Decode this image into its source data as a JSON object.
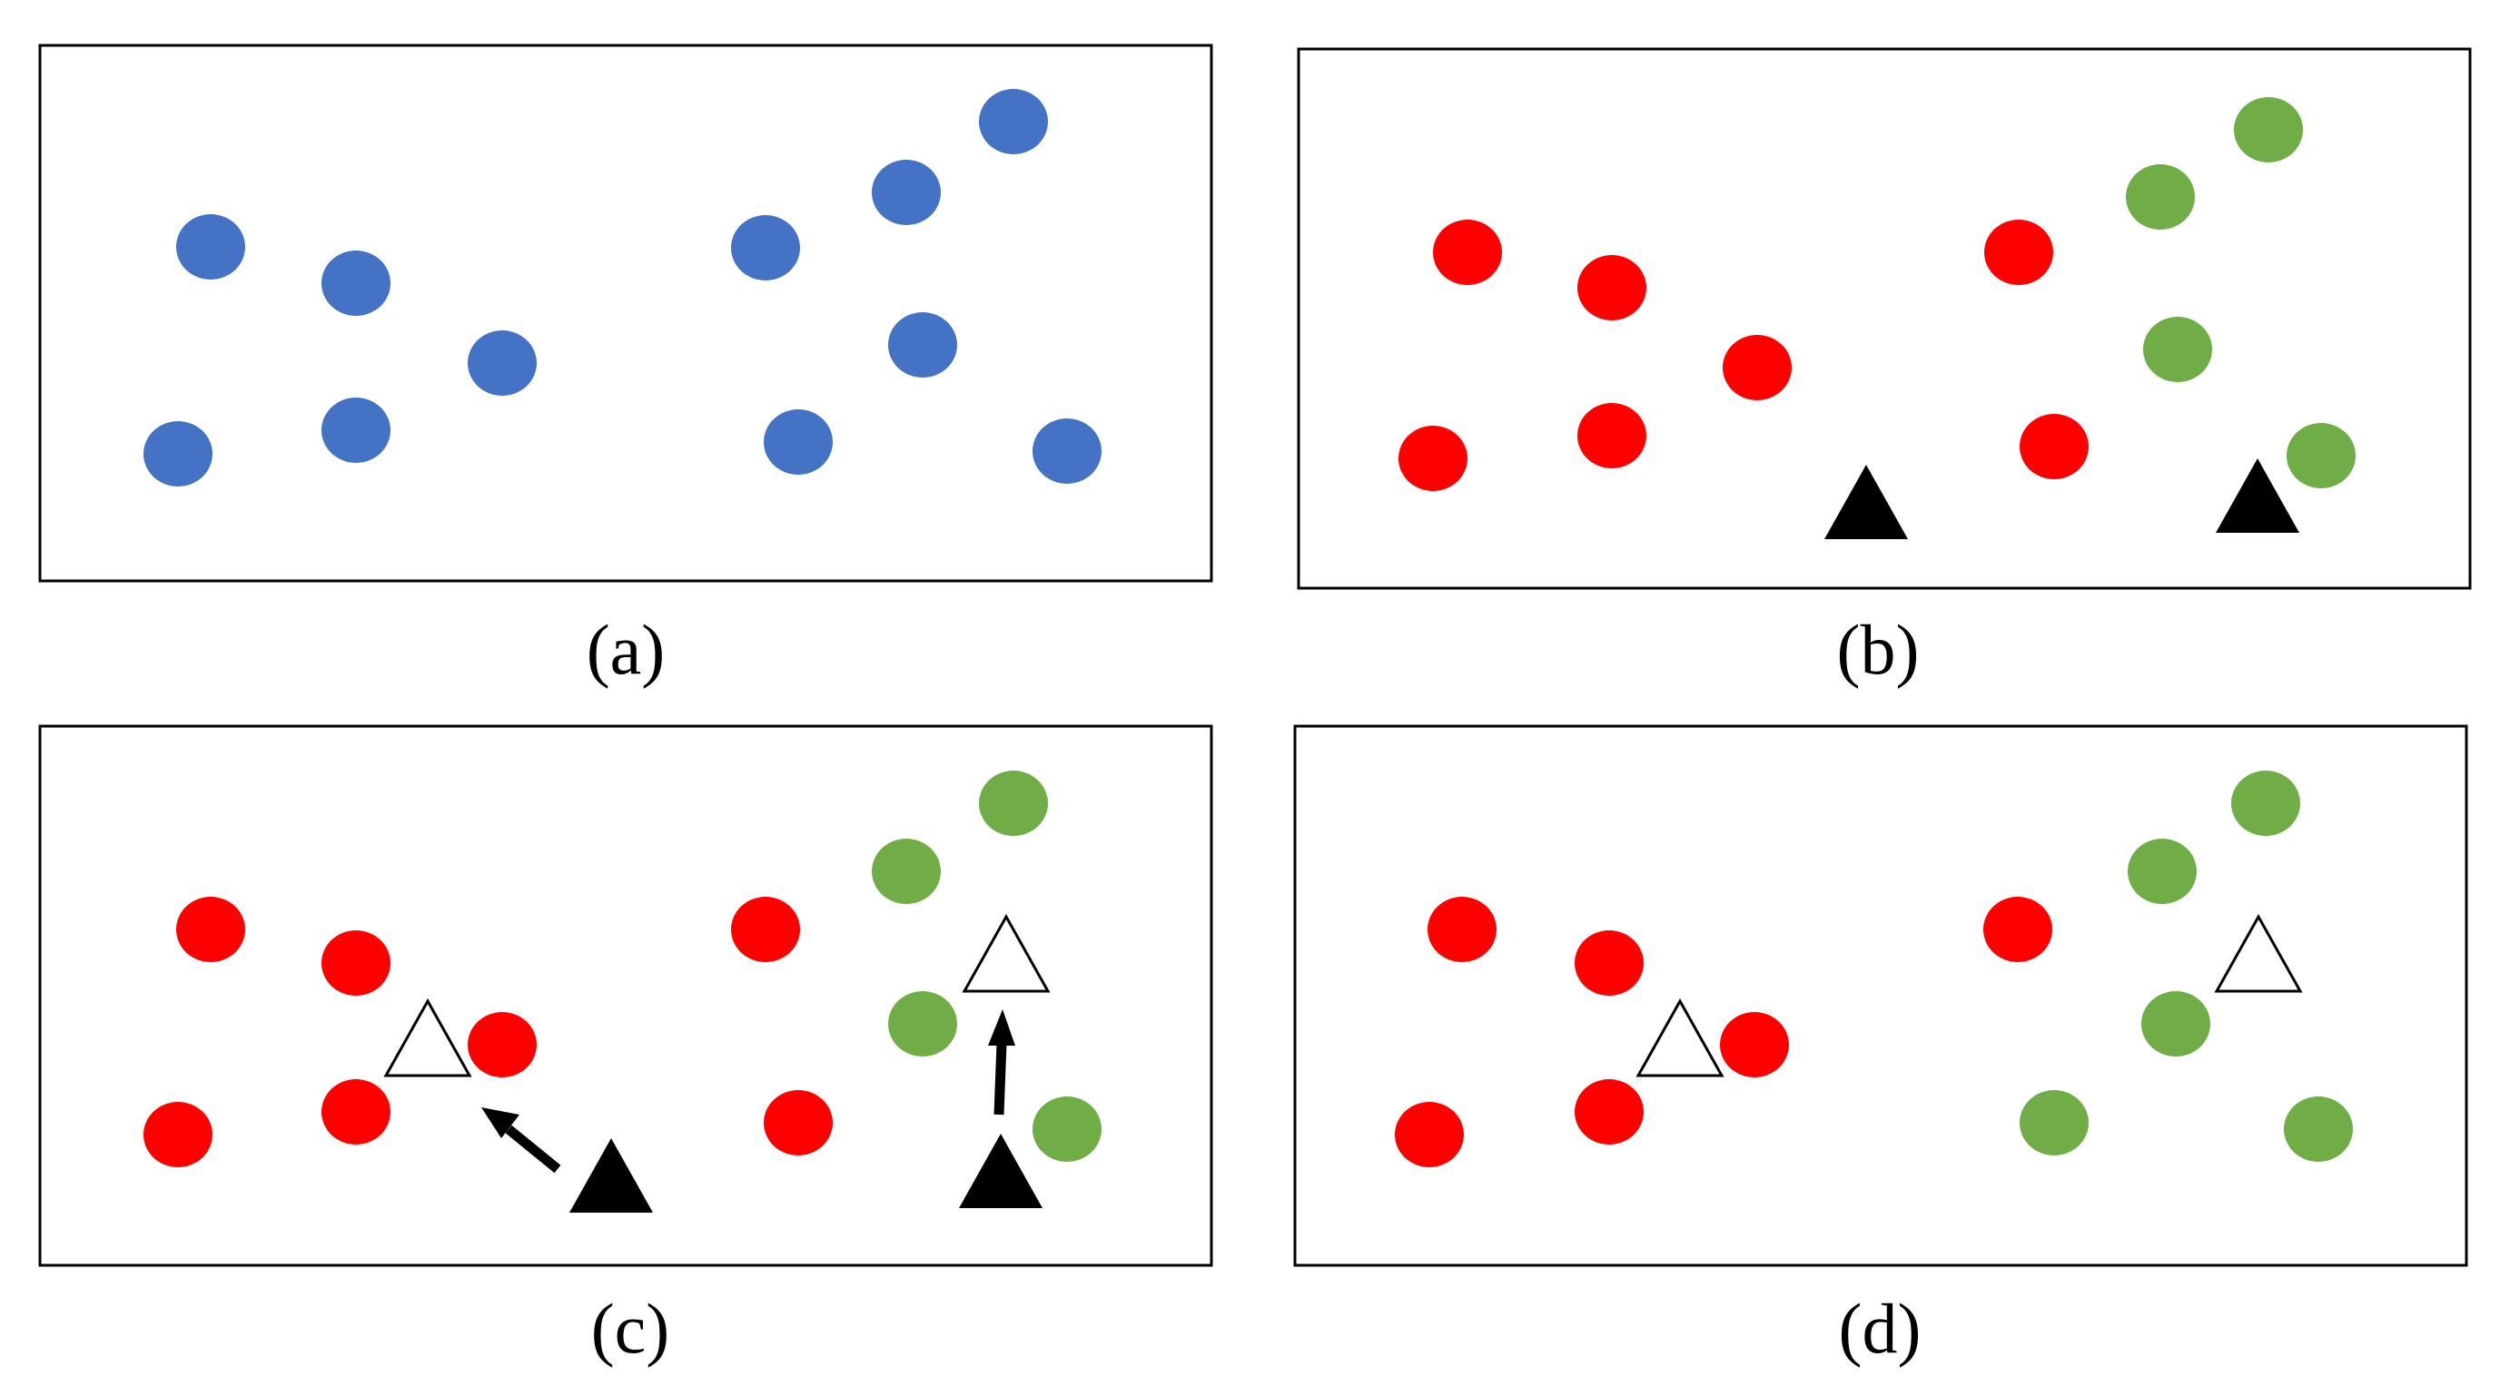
{
  "colors": {
    "unassigned": "#4472C4",
    "cluster_1": "#FF0000",
    "cluster_2": "#70AD47",
    "centroid": "#000000",
    "frame": "#000000"
  },
  "panels": [
    {
      "key": "a",
      "caption": "(a)",
      "points": [
        {
          "cluster": "unassigned"
        },
        {
          "cluster": "unassigned"
        },
        {
          "cluster": "unassigned"
        },
        {
          "cluster": "unassigned"
        },
        {
          "cluster": "unassigned"
        },
        {
          "cluster": "unassigned"
        },
        {
          "cluster": "unassigned"
        },
        {
          "cluster": "unassigned"
        },
        {
          "cluster": "unassigned"
        },
        {
          "cluster": "unassigned"
        },
        {
          "cluster": "unassigned"
        }
      ],
      "centroids": []
    },
    {
      "key": "b",
      "caption": "(b)",
      "points": [
        {
          "cluster": "cluster_1"
        },
        {
          "cluster": "cluster_1"
        },
        {
          "cluster": "cluster_1"
        },
        {
          "cluster": "cluster_1"
        },
        {
          "cluster": "cluster_1"
        },
        {
          "cluster": "cluster_1"
        },
        {
          "cluster": "cluster_1"
        },
        {
          "cluster": "cluster_2"
        },
        {
          "cluster": "cluster_2"
        },
        {
          "cluster": "cluster_2"
        },
        {
          "cluster": "cluster_2"
        }
      ],
      "centroids": [
        {
          "style": "filled-triangle"
        },
        {
          "style": "filled-triangle"
        }
      ]
    },
    {
      "key": "c",
      "caption": "(c)",
      "points": [
        {
          "cluster": "cluster_1"
        },
        {
          "cluster": "cluster_1"
        },
        {
          "cluster": "cluster_1"
        },
        {
          "cluster": "cluster_1"
        },
        {
          "cluster": "cluster_1"
        },
        {
          "cluster": "cluster_1"
        },
        {
          "cluster": "cluster_1"
        },
        {
          "cluster": "cluster_2"
        },
        {
          "cluster": "cluster_2"
        },
        {
          "cluster": "cluster_2"
        },
        {
          "cluster": "cluster_2"
        }
      ],
      "centroids": [
        {
          "style": "filled-triangle",
          "moves_to": "hollow-triangle"
        },
        {
          "style": "filled-triangle",
          "moves_to": "hollow-triangle"
        }
      ]
    },
    {
      "key": "d",
      "caption": "(d)",
      "points": [
        {
          "cluster": "cluster_1"
        },
        {
          "cluster": "cluster_1"
        },
        {
          "cluster": "cluster_1"
        },
        {
          "cluster": "cluster_1"
        },
        {
          "cluster": "cluster_1"
        },
        {
          "cluster": "cluster_1"
        },
        {
          "cluster": "cluster_2"
        },
        {
          "cluster": "cluster_2"
        },
        {
          "cluster": "cluster_2"
        },
        {
          "cluster": "cluster_2"
        },
        {
          "cluster": "cluster_2"
        }
      ],
      "centroids": [
        {
          "style": "hollow-triangle"
        },
        {
          "style": "hollow-triangle"
        }
      ]
    }
  ]
}
